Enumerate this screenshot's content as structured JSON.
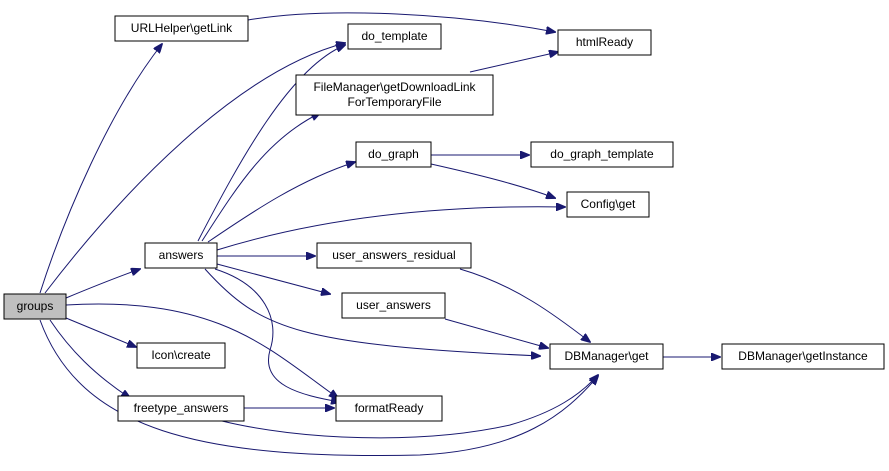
{
  "diagram": {
    "edge_color": "#191970",
    "root_fill": "#bfbfbf",
    "nodes": {
      "groups": "groups",
      "url_helper_get_link": "URLHelper\\getLink",
      "do_template": "do_template",
      "html_ready": "htmlReady",
      "file_manager_line1": "FileManager\\getDownloadLink",
      "file_manager_line2": "ForTemporaryFile",
      "do_graph": "do_graph",
      "do_graph_template": "do_graph_template",
      "config_get": "Config\\get",
      "answers": "answers",
      "user_answers_residual": "user_answers_residual",
      "user_answers": "user_answers",
      "db_manager_get": "DBManager\\get",
      "db_manager_get_instance": "DBManager\\getInstance",
      "icon_create": "Icon\\create",
      "freetype_answers": "freetype_answers",
      "format_ready": "formatReady"
    }
  }
}
